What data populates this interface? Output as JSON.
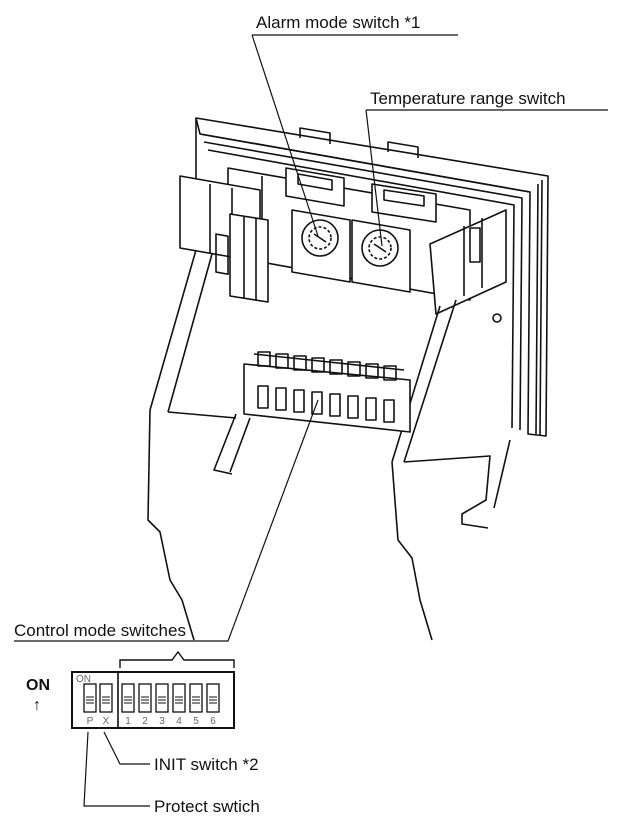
{
  "labels": {
    "alarm_mode_switch": "Alarm mode switch *1",
    "temperature_range_switch": "Temperature range switch",
    "control_mode_switches": "Control mode switches",
    "init_switch": "INIT switch *2",
    "protect_switch": "Protect swtich"
  },
  "dip_switch": {
    "on_label": "ON",
    "on_arrow": "↑",
    "panel_on_text": "ON",
    "positions": [
      "P",
      "X",
      "1",
      "2",
      "3",
      "4",
      "5",
      "6"
    ]
  },
  "colors": {
    "line": "#111111",
    "background": "#ffffff",
    "gray_text": "#666666"
  }
}
